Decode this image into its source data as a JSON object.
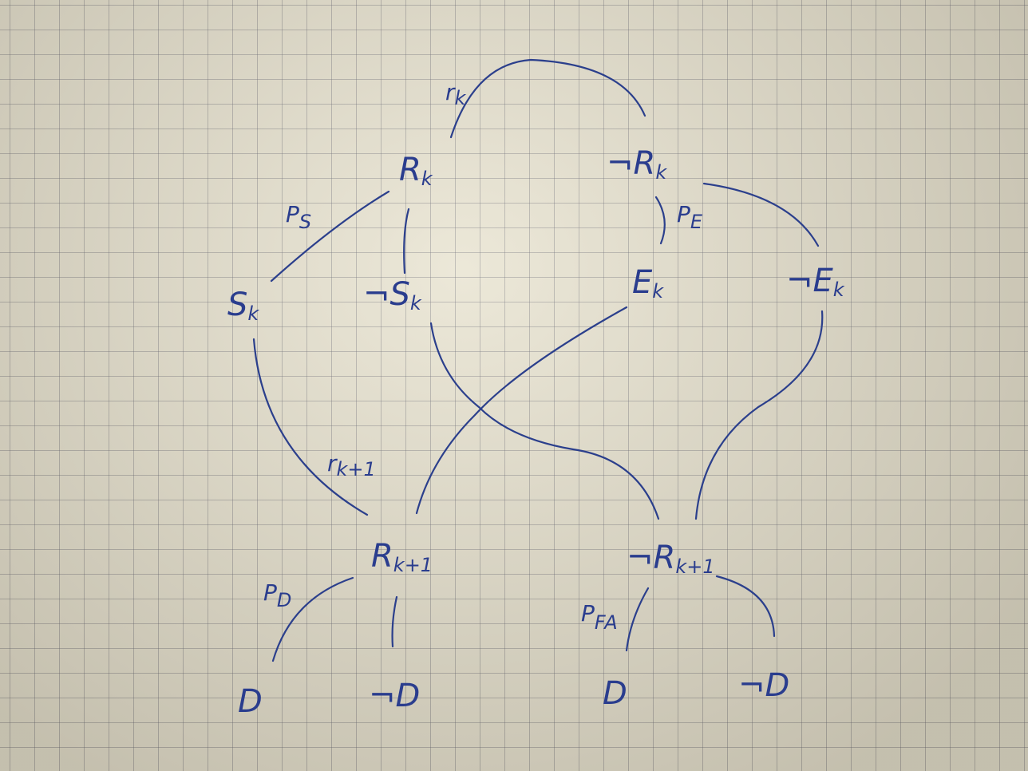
{
  "diagram": {
    "nodes": [
      {
        "id": "Rk",
        "main": "R",
        "sub": "k"
      },
      {
        "id": "notRk",
        "main": "¬R",
        "sub": "k"
      },
      {
        "id": "Sk",
        "main": "S",
        "sub": "k"
      },
      {
        "id": "notSk",
        "main": "¬S",
        "sub": "k"
      },
      {
        "id": "Ek",
        "main": "E",
        "sub": "k"
      },
      {
        "id": "notEk",
        "main": "¬E",
        "sub": "k"
      },
      {
        "id": "Rk1",
        "main": "R",
        "sub": "k+1"
      },
      {
        "id": "notRk1",
        "main": "¬R",
        "sub": "k+1"
      },
      {
        "id": "D1",
        "main": "D",
        "sub": ""
      },
      {
        "id": "notD1",
        "main": "¬D",
        "sub": ""
      },
      {
        "id": "D2",
        "main": "D",
        "sub": ""
      },
      {
        "id": "notD2",
        "main": "¬D",
        "sub": ""
      }
    ],
    "edge_labels": [
      {
        "id": "rk",
        "main": "r",
        "sub": "k"
      },
      {
        "id": "Ps",
        "main": "P",
        "sub": "S"
      },
      {
        "id": "Pe",
        "main": "P",
        "sub": "E"
      },
      {
        "id": "rk1",
        "main": "r",
        "sub": "k+1"
      },
      {
        "id": "Pd",
        "main": "P",
        "sub": "D"
      },
      {
        "id": "Pfa",
        "main": "P",
        "sub": "FA"
      }
    ]
  }
}
